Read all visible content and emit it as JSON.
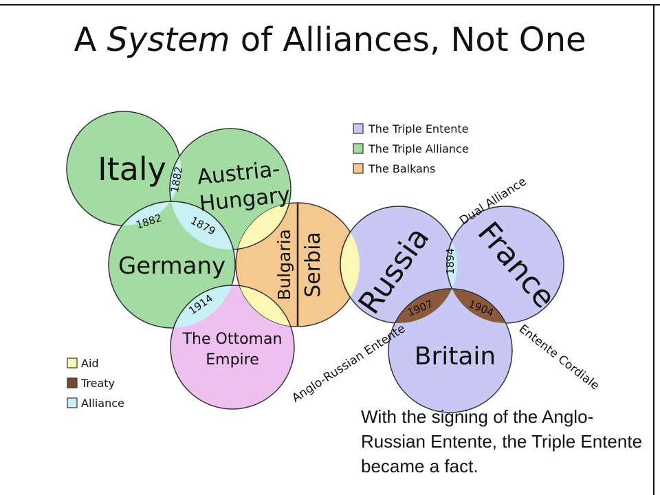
{
  "title": {
    "pre": "A ",
    "emph": "System",
    "post": " of Alliances, Not One"
  },
  "colors": {
    "entente": "#c8c8f5",
    "alliance": "#a3dca3",
    "balkans": "#f5c890",
    "ottoman": "#eec0f0",
    "aid": "#fbf7b4",
    "treaty": "#8b5a3c",
    "alliance_link": "#c8f0f5",
    "stroke": "#333333"
  },
  "legend_top": [
    {
      "label": "The Triple Entente",
      "color": "#c8c8f5"
    },
    {
      "label": "The Triple Alliance",
      "color": "#a3dca3"
    },
    {
      "label": "The Balkans",
      "color": "#f5c890"
    }
  ],
  "legend_bottom": [
    {
      "label": "Aid",
      "color": "#fbf7b4"
    },
    {
      "label": "Treaty",
      "color": "#7a4a30"
    },
    {
      "label": "Alliance",
      "color": "#c8f0f5"
    }
  ],
  "countries": {
    "italy": "Italy",
    "austria_1": "Austria-",
    "austria_2": "Hungary",
    "germany": "Germany",
    "bulgaria": "Bulgaria",
    "serbia": "Serbia",
    "ottoman_1": "The Ottoman",
    "ottoman_2": "Empire",
    "russia": "Russia",
    "france": "France",
    "britain": "Britain"
  },
  "years": {
    "italy_austria": "1882",
    "italy_germany": "1882",
    "germany_austria": "1879",
    "germany_ottoman": "1914",
    "russia_france": "1894",
    "russia_britain": "1907",
    "france_britain": "1904"
  },
  "treaty_labels": {
    "dual_alliance": "Dual Alliance",
    "anglo_russian": "Anglo-Russian Entente",
    "entente_cordiale": "Entente Cordiale"
  },
  "caption": "With the signing of the Anglo-Russian Entente, the Triple Entente became a fact."
}
